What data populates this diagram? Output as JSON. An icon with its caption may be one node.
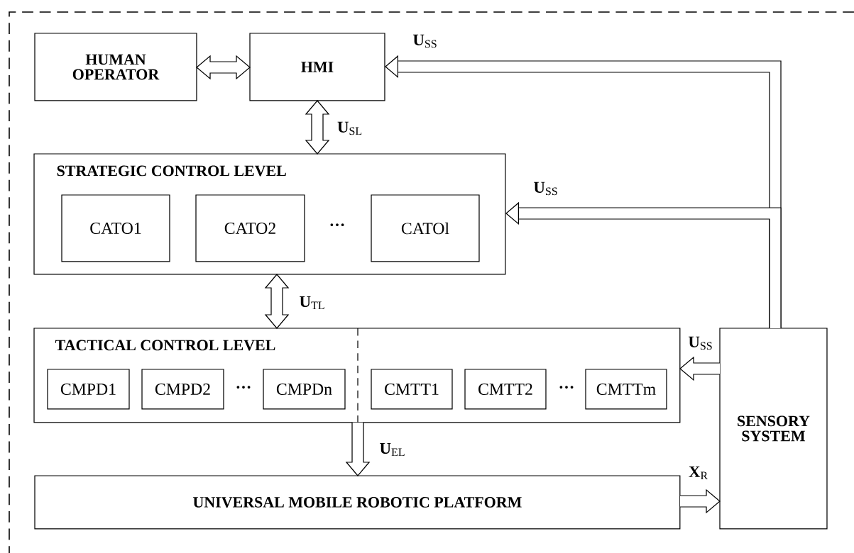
{
  "diagram": {
    "nodes": [
      {
        "text": [
          "HUMAN OPERATOR"
        ]
      },
      {
        "text": [
          "HMI"
        ]
      },
      {
        "text": [
          "STRATEGIC CONTROL LEVEL"
        ]
      },
      {
        "text": [
          "CATO1"
        ],
        "in": 2
      },
      {
        "text": [
          "CATO2"
        ],
        "in": 2
      },
      {
        "text": [
          "CATOl"
        ],
        "in": 2
      },
      {
        "text": [
          "TACTICAL CONTROL LEVEL"
        ]
      },
      {
        "text": [
          "CMPD1"
        ],
        "in": 6
      },
      {
        "text": [
          "CMPD2"
        ],
        "in": 6
      },
      {
        "text": [
          "CMPDn"
        ],
        "in": 6
      },
      {
        "text": [
          "CMTT1"
        ],
        "in": 6
      },
      {
        "text": [
          "CMTT2"
        ],
        "in": 6
      },
      {
        "text": [
          "CMTTm"
        ],
        "in": 6
      },
      {
        "text": [
          "UNIVERSAL MOBILE ROBOTIC PLATFORM"
        ]
      },
      {
        "text": [
          "SENSORY SYSTEM"
        ]
      }
    ],
    "edges": [
      {
        "from": 0,
        "to": 1,
        "arrow": "both"
      },
      {
        "from": 1,
        "to": 2,
        "arrow": "both",
        "label": "**U**$_{SL}$"
      },
      {
        "from": 14,
        "to": 1,
        "arrow": "to",
        "label": "**U**$_{SS}$"
      },
      {
        "from": 14,
        "to": 2,
        "arrow": "to",
        "label": "**U**$_{SS}$"
      },
      {
        "from": 2,
        "to": 6,
        "arrow": "both",
        "label": "**U**$_{TL}$"
      },
      {
        "from": 14,
        "to": 6,
        "arrow": "to",
        "label": "**U**$_{SS}$"
      },
      {
        "from": 6,
        "to": 13,
        "arrow": "to",
        "label": "**U**$_{EL}$"
      },
      {
        "from": 13,
        "to": 14,
        "arrow": "to",
        "label": "**X**$_{R}$"
      }
    ],
    "labels": [
      "···",
      "···",
      "···"
    ]
  }
}
